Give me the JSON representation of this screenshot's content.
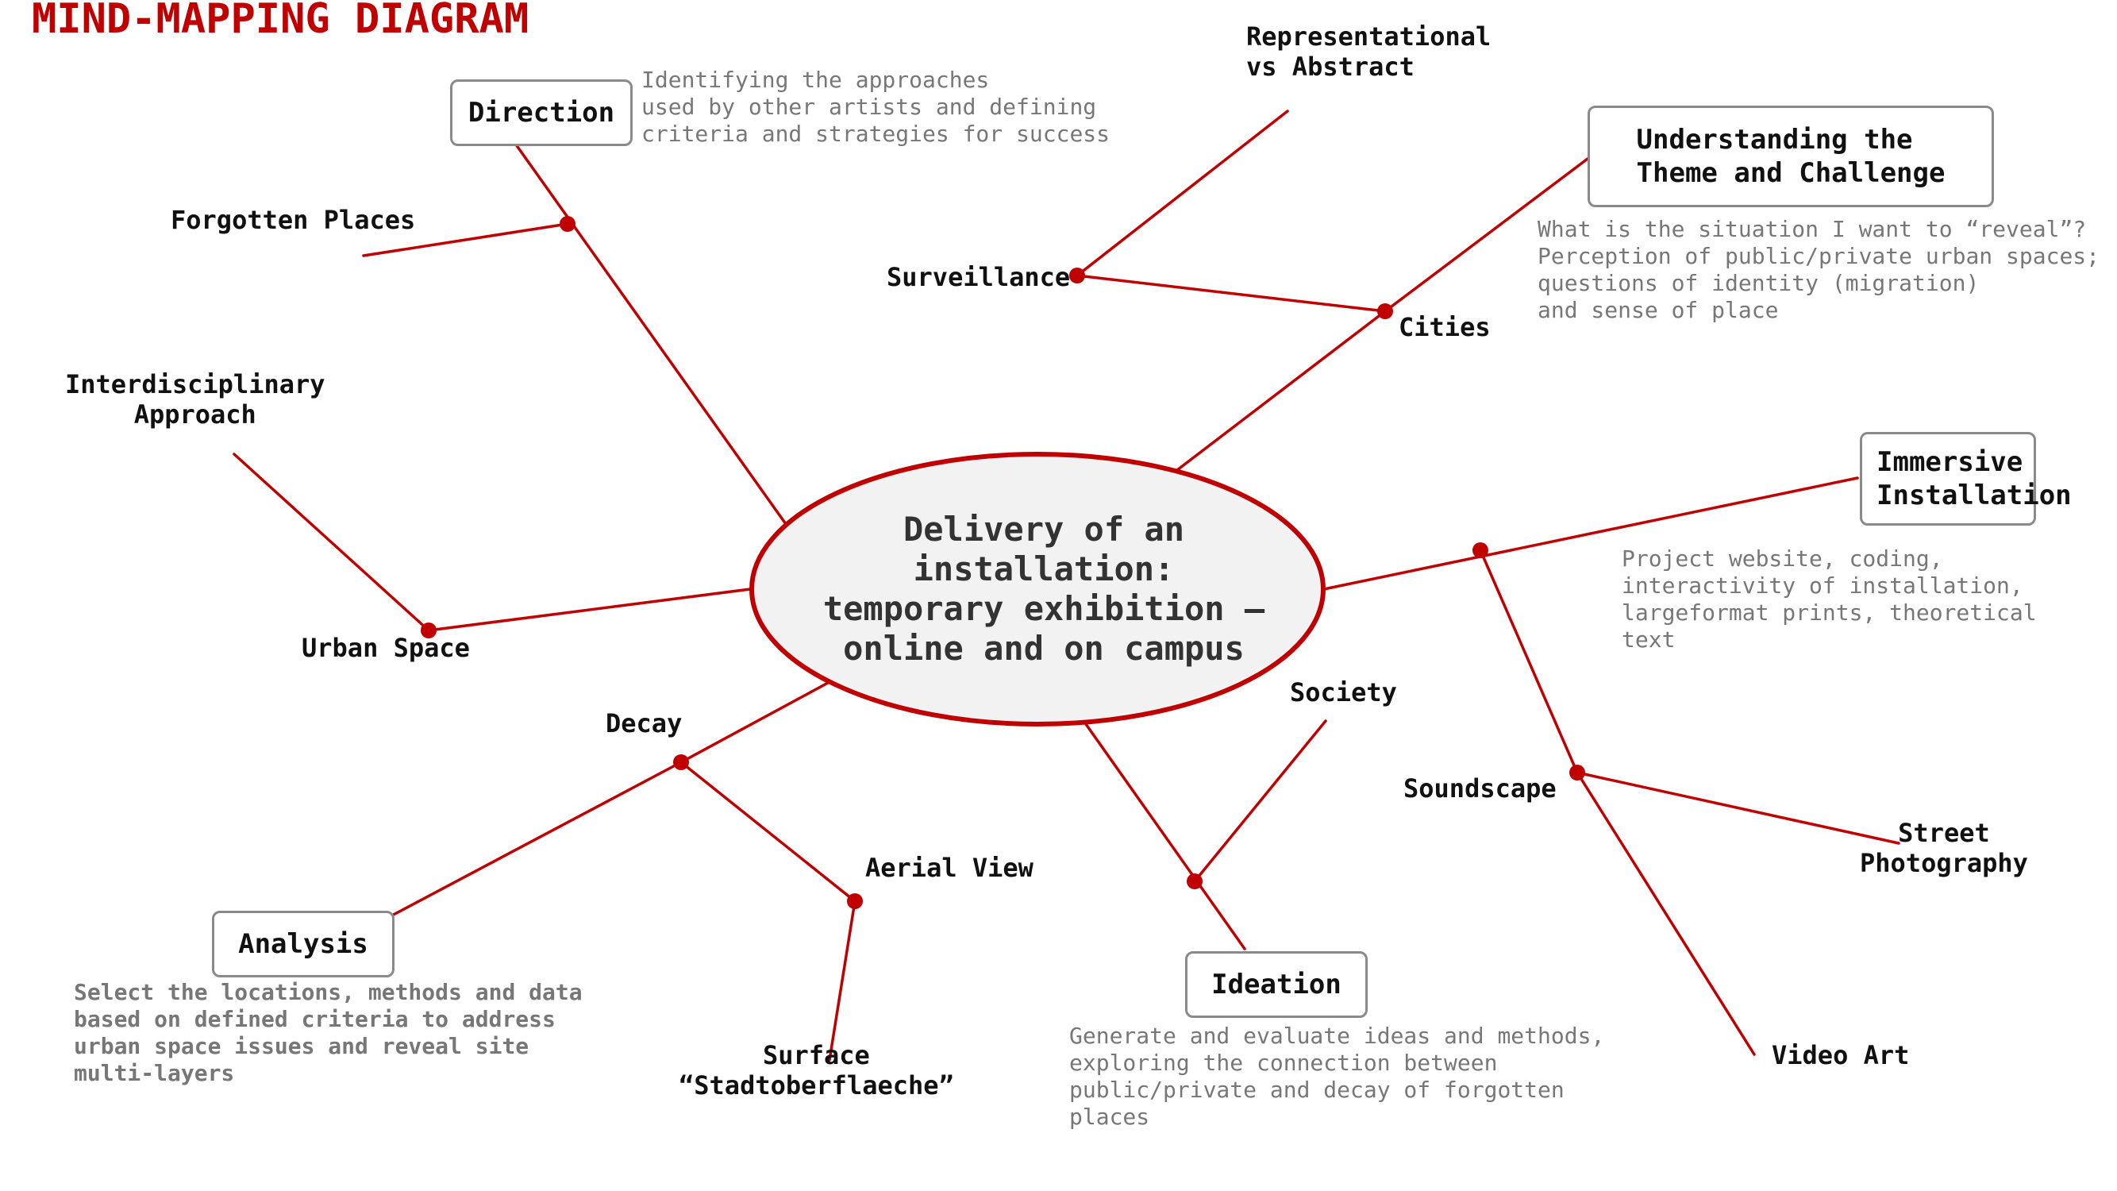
{
  "title": "MIND-MAPPING DIAGRAM",
  "center": "Delivery of an\ninstallation:\ntemporary exhibition –\nonline and on campus",
  "colors": {
    "accent": "#c00000",
    "box_border": "#8a8a8a",
    "center_fill": "#f2f2f2",
    "desc_text": "#777777"
  },
  "boxes": {
    "direction": "Direction",
    "understanding": "Understanding the\nTheme and Challenge",
    "immersive": "Immersive\nInstallation",
    "analysis": "Analysis",
    "ideation": "Ideation"
  },
  "descriptions": {
    "direction": "Identifying the approaches\nused by other artists and defining\ncriteria and strategies for success",
    "understanding": "What is the situation I want to “reveal”?\nPerception of public/private urban spaces;\nquestions of identity (migration)\nand sense of place",
    "immersive": "Project website, coding,\ninteractivity of installation,\nlargeformat prints, theoretical\ntext",
    "analysis": "Select the locations, methods and data\nbased on defined criteria to address\nurban space issues and reveal site\nmulti-layers",
    "ideation": "Generate and evaluate ideas and methods,\nexploring the connection between\npublic/private and decay of forgotten\nplaces"
  },
  "labels": {
    "forgotten_places": "Forgotten Places",
    "interdisciplinary": "Interdisciplinary\nApproach",
    "urban_space": "Urban Space",
    "representational": "Representational\nvs Abstract",
    "surveillance": "Surveillance",
    "cities": "Cities",
    "decay": "Decay",
    "aerial_view": "Aerial View",
    "surface": "Surface\n“Stadtoberflaeche”",
    "society": "Society",
    "soundscape": "Soundscape",
    "street_photography": "Street\nPhotography",
    "video_art": "Video Art"
  }
}
